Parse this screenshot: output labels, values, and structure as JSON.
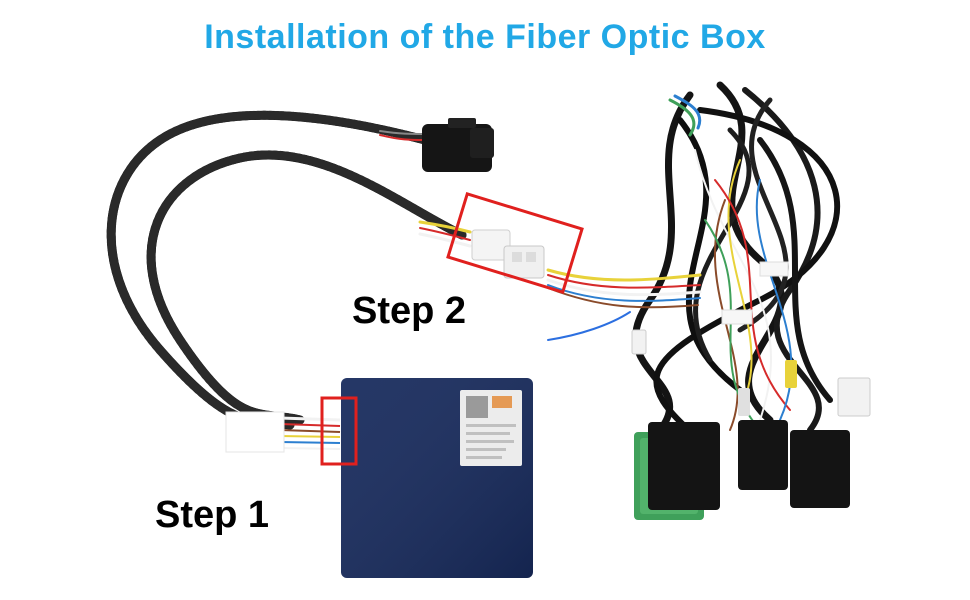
{
  "title": "Installation of the Fiber Optic Box",
  "steps": {
    "step1": "Step 1",
    "step2": "Step 2"
  },
  "colors": {
    "title": "#21a8e6",
    "highlight_box": "#e0201e",
    "box_body": "#172a5c",
    "cable": "#141414",
    "connector_green": "#3fa05a"
  },
  "icons": {
    "qr": "qr-code-icon",
    "logo": "brand-logo-icon"
  }
}
